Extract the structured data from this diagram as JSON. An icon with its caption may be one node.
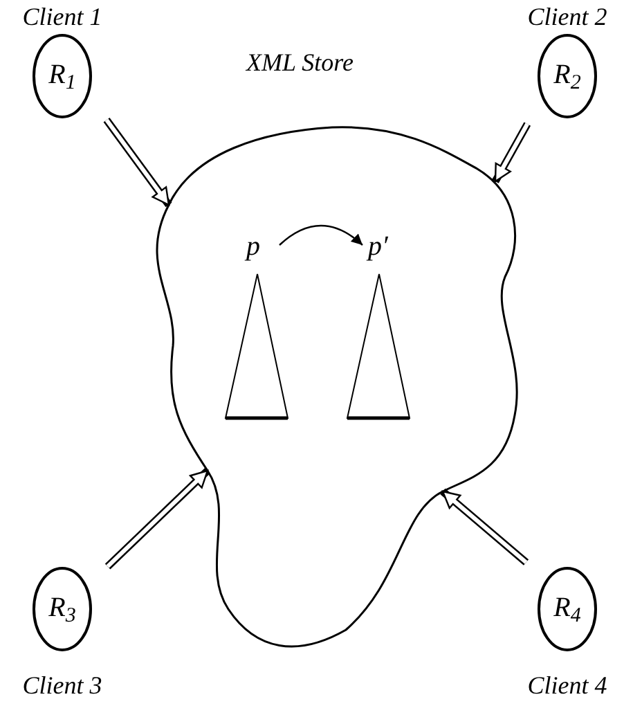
{
  "diagram": {
    "nodes": [
      {
        "text": [
          "XML Store"
        ]
      },
      {
        "text": [
          "R$_{1}$"
        ],
        "beside": [
          "Client 1"
        ]
      },
      {
        "text": [
          "R$_{2}$"
        ],
        "beside": [
          "Client 2"
        ]
      },
      {
        "text": [
          "R$_{3}$"
        ],
        "beside": [
          "Client 3"
        ]
      },
      {
        "text": [
          "R$_{4}$"
        ],
        "beside": [
          "Client 4"
        ]
      },
      {
        "text": [
          "p"
        ],
        "in": 0
      },
      {
        "text": [
          "p′"
        ],
        "in": 0
      }
    ],
    "edges": [
      {
        "from": 1,
        "to": 0,
        "arrow": "to"
      },
      {
        "from": 2,
        "to": 0,
        "arrow": "to"
      },
      {
        "from": 3,
        "to": 0,
        "arrow": "to"
      },
      {
        "from": 4,
        "to": 0,
        "arrow": "to"
      },
      {
        "from": 5,
        "to": 6,
        "arrow": "to"
      }
    ]
  }
}
